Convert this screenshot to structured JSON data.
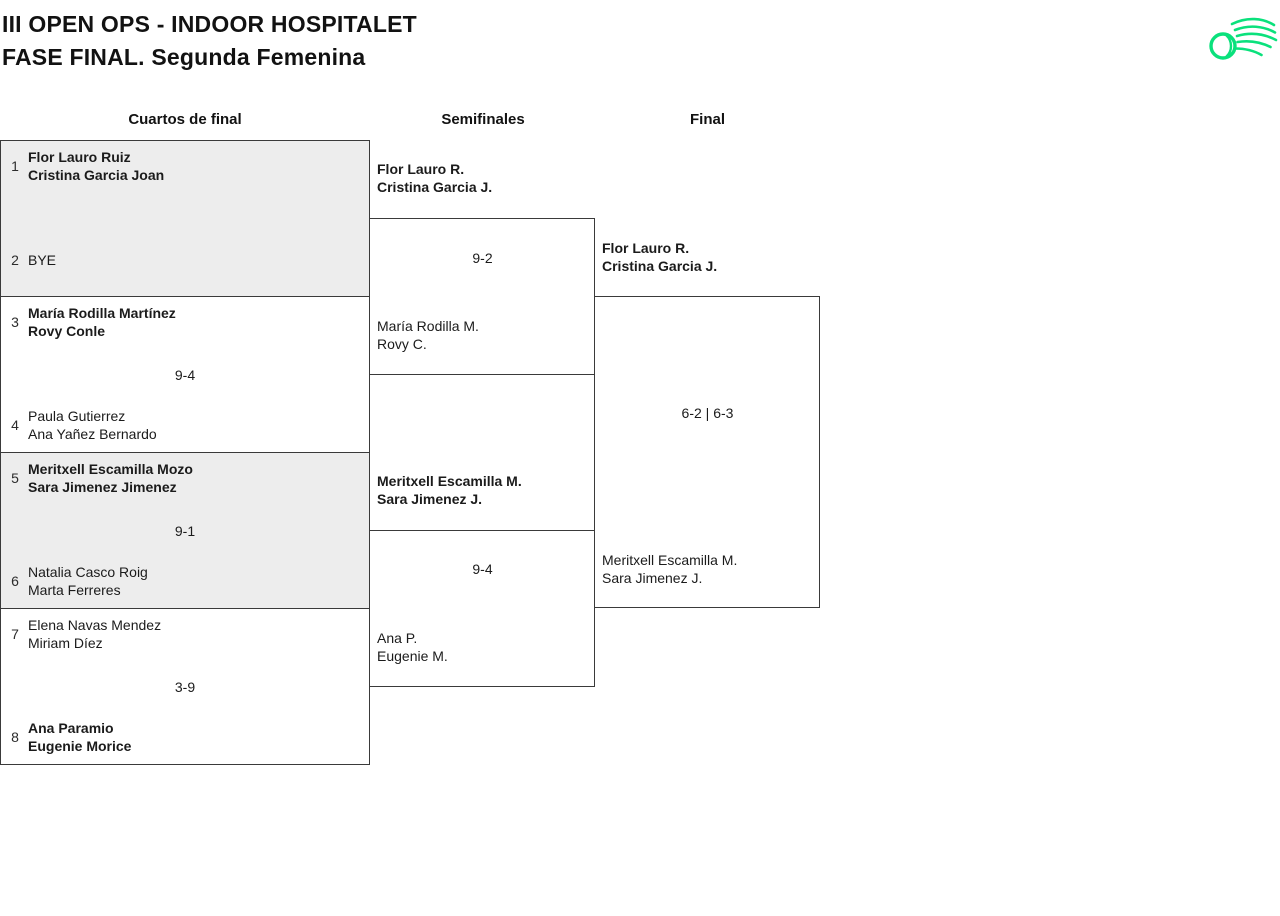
{
  "header": {
    "title_line1": "III OPEN OPS - INDOOR HOSPITALET",
    "title_line2": "FASE FINAL. Segunda Femenina",
    "logo_color": "#0ae17c"
  },
  "round_labels": {
    "quarterfinals": "Cuartos de final",
    "semifinals": "Semifinales",
    "final": "Final"
  },
  "colors": {
    "block_grey": "#ededed",
    "line": "#3a3a3a",
    "text": "#1b1b1b"
  },
  "quarterfinals": [
    {
      "seed_top": "1",
      "team_top": {
        "line1": "Flor Lauro Ruiz",
        "line2": "Cristina Garcia Joan",
        "winner": true
      },
      "score": "",
      "seed_bottom": "2",
      "team_bottom": {
        "line1": "BYE",
        "line2": "",
        "winner": false
      }
    },
    {
      "seed_top": "3",
      "team_top": {
        "line1": "María Rodilla Martínez",
        "line2": "Rovy Conle",
        "winner": true
      },
      "score": "9-4",
      "seed_bottom": "4",
      "team_bottom": {
        "line1": "Paula Gutierrez",
        "line2": "Ana Yañez Bernardo",
        "winner": false
      }
    },
    {
      "seed_top": "5",
      "team_top": {
        "line1": "Meritxell Escamilla Mozo",
        "line2": "Sara Jimenez Jimenez",
        "winner": true
      },
      "score": "9-1",
      "seed_bottom": "6",
      "team_bottom": {
        "line1": "Natalia Casco Roig",
        "line2": "Marta Ferreres",
        "winner": false
      }
    },
    {
      "seed_top": "7",
      "team_top": {
        "line1": "Elena Navas Mendez",
        "line2": "Miriam Díez",
        "winner": false
      },
      "score": "3-9",
      "seed_bottom": "8",
      "team_bottom": {
        "line1": "Ana Paramio",
        "line2": "Eugenie Morice",
        "winner": true
      }
    }
  ],
  "semifinals": [
    {
      "team_top": {
        "line1": "Flor Lauro R.",
        "line2": "Cristina Garcia J.",
        "winner": true
      },
      "score": "9-2",
      "team_bottom": {
        "line1": "María Rodilla M.",
        "line2": "Rovy C.",
        "winner": false
      }
    },
    {
      "team_top": {
        "line1": "Meritxell Escamilla M.",
        "line2": "Sara Jimenez J.",
        "winner": true
      },
      "score": "9-4",
      "team_bottom": {
        "line1": "Ana P.",
        "line2": "Eugenie M.",
        "winner": false
      }
    }
  ],
  "final": {
    "team_top": {
      "line1": "Flor Lauro R.",
      "line2": "Cristina Garcia J.",
      "winner": true
    },
    "score": "6-2 | 6-3",
    "team_bottom": {
      "line1": "Meritxell Escamilla M.",
      "line2": "Sara Jimenez J.",
      "winner": false
    }
  }
}
